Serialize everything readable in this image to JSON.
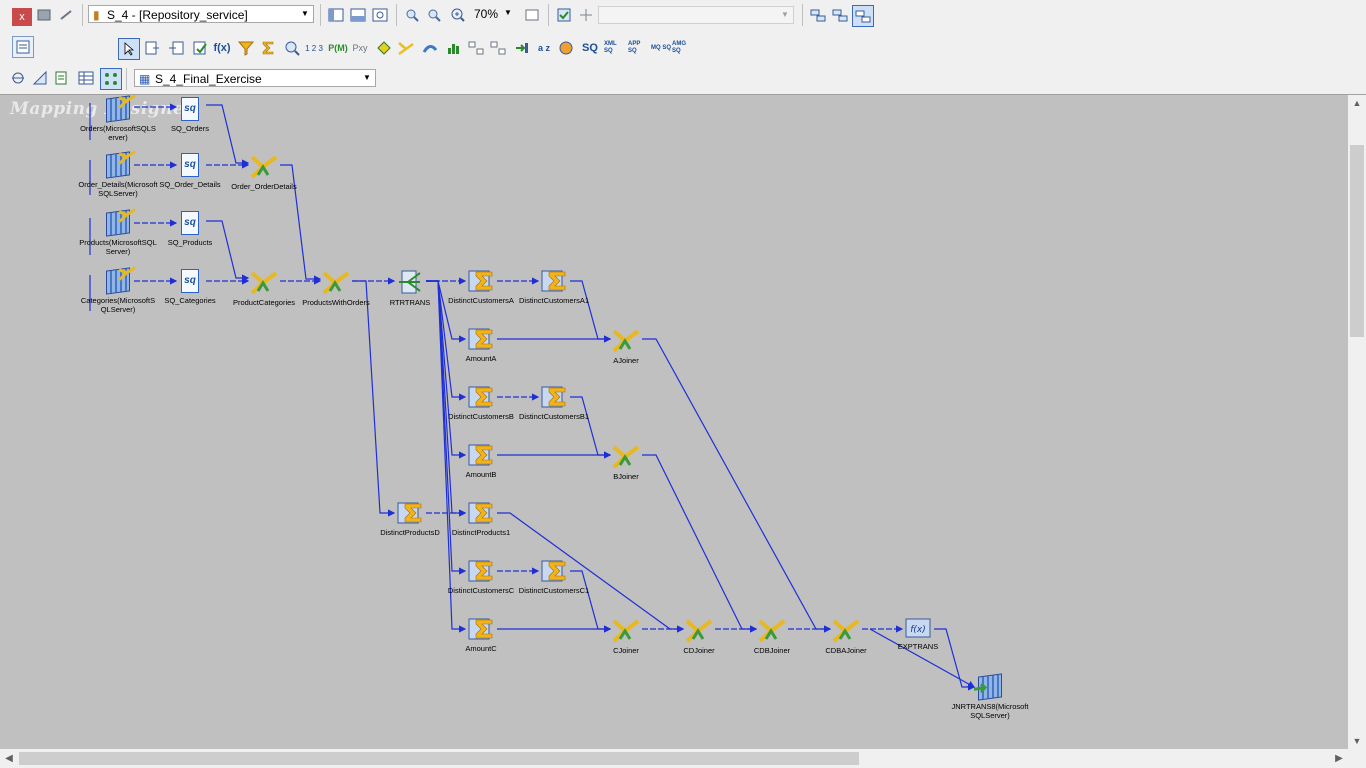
{
  "window": {
    "repository_combo": "S_4 - [Repository_service]",
    "zoom_combo": "70%",
    "mapping_combo": "S_4_Final_Exercise",
    "close_glyph": "x"
  },
  "toolbar": {
    "row2_text_icons": {
      "fx": "f(x)",
      "num": "1 2 3",
      "pm": "P(M)",
      "pxy": "Pxy",
      "az": "a z",
      "sq": "SQ",
      "xml": "XML SQ",
      "app": "APP SQ",
      "mq": "MQ SQ",
      "amg": "AMG SQ"
    }
  },
  "canvas": {
    "title": "Mapping Designer",
    "nodes": {
      "src_orders": "Orders(MicrosoftSQLServer)",
      "sq_orders": "SQ_Orders",
      "src_order_details": "Order_Details(MicrosoftSQLServer)",
      "sq_order_details": "SQ_Order_Details",
      "jnr_order_details": "Order_OrderDetails",
      "src_products": "Products(MicrosoftSQLServer)",
      "sq_products": "SQ_Products",
      "src_categories": "Categories(MicrosoftSQLServer)",
      "sq_categories": "SQ_Categories",
      "jnr_product_categories": "ProductCategories",
      "jnr_products_with_orders": "ProductsWithOrders",
      "rtr_trans": "RTRTRANS",
      "agg_distinct_customers_a": "DistinctCustomersA",
      "agg_distinct_customers_a1": "DistinctCustomersA1",
      "agg_amount_a": "AmountA",
      "jnr_ajoiner": "AJoiner",
      "agg_distinct_customers_b": "DistinctCustomersB",
      "agg_distinct_customers_b1": "DistinctCustomersB1",
      "agg_amount_b": "AmountB",
      "jnr_bjoiner": "BJoiner",
      "agg_distinct_products_d": "DistinctProductsD",
      "agg_distinct_products_1": "DistinctProducts1",
      "agg_distinct_customers_c": "DistinctCustomersC",
      "agg_distinct_customers_c1": "DistinctCustomersC1",
      "agg_amount_c": "AmountC",
      "jnr_cjoiner": "CJoiner",
      "jnr_cdjoiner": "CDJoiner",
      "jnr_cdbjoiner": "CDBJoiner",
      "jnr_cdbajoiner": "CDBAJoiner",
      "exp_trans": "EXPTRANS",
      "tgt_jnrtrans": "JNRTRANS8(MicrosoftSQLServer)"
    }
  },
  "colors": {
    "canvas_bg": "#c0c0c0",
    "link": "#1f2fd6",
    "agg": "#f2b21a",
    "joiner": "#4a9a2a"
  }
}
